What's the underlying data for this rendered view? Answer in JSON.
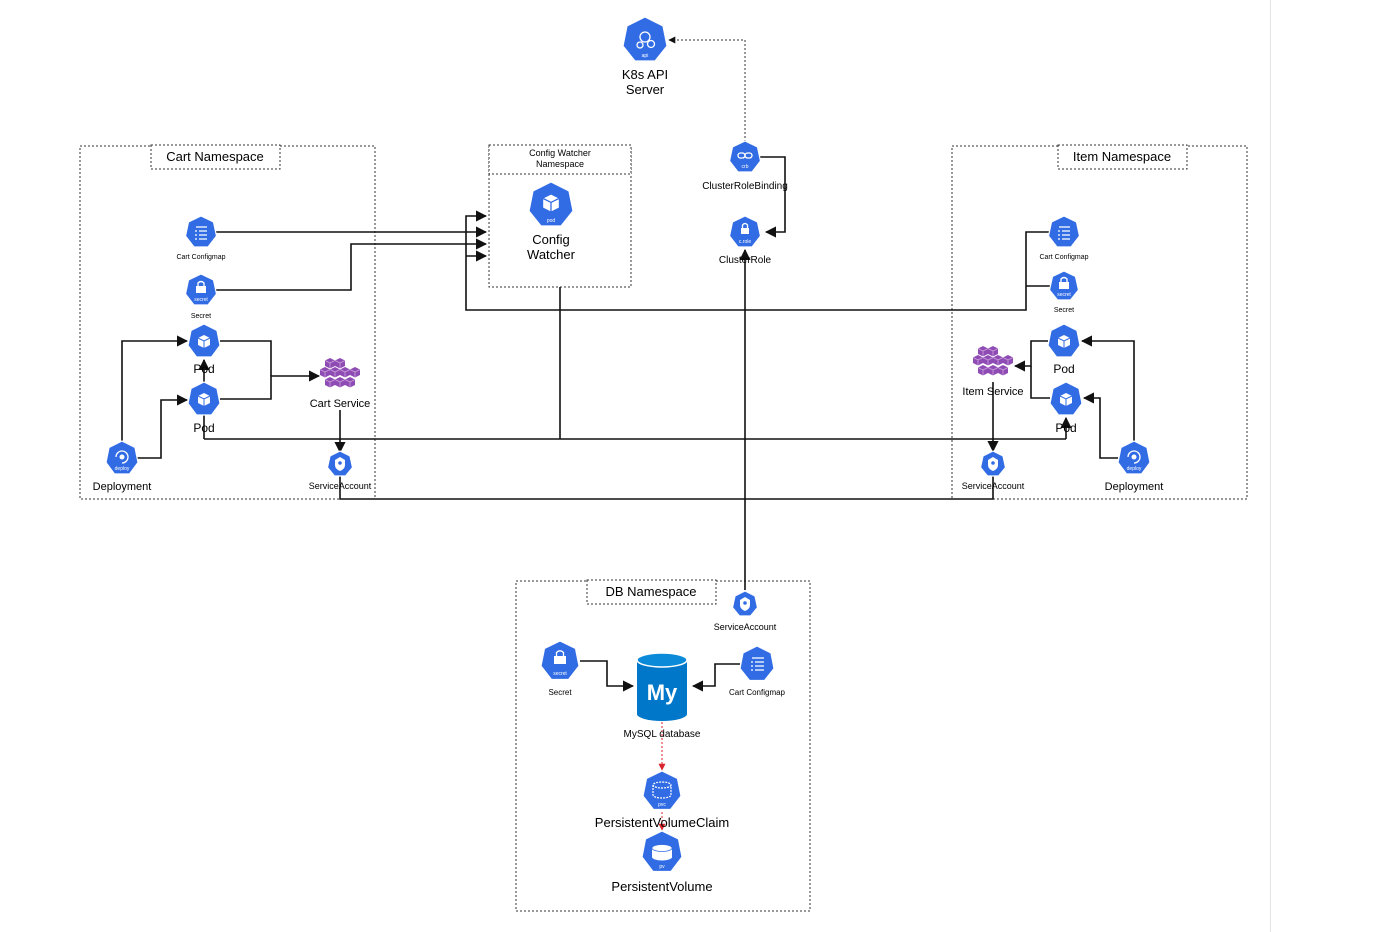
{
  "namespaces": {
    "cart": "Cart Namespace",
    "config_watcher": [
      "Config Watcher",
      "Namespace"
    ],
    "item": "Item Namespace",
    "db": "DB Namespace"
  },
  "nodes": {
    "api_server": {
      "label": [
        "K8s API",
        "Server"
      ],
      "icon": "api-icon",
      "tag": "api"
    },
    "config_watcher_pod": {
      "label": [
        "Config",
        "Watcher"
      ],
      "icon": "pod-icon",
      "tag": "pod"
    },
    "cluster_role_binding": {
      "label": "ClusterRoleBinding",
      "icon": "link-icon",
      "tag": "crb"
    },
    "cluster_role": {
      "label": "ClusterRole",
      "icon": "lock-icon",
      "tag": "c.role"
    },
    "cart_configmap": {
      "label": "Cart Configmap",
      "icon": "configmap-icon"
    },
    "cart_secret": {
      "label": "Secret",
      "icon": "secret-icon",
      "tag": "secret"
    },
    "cart_pod_1": {
      "label": "Pod",
      "icon": "pod-icon"
    },
    "cart_pod_2": {
      "label": "Pod",
      "icon": "pod-icon"
    },
    "cart_service": {
      "label": "Cart Service",
      "icon": "service-cubes-icon"
    },
    "cart_deployment": {
      "label": "Deployment",
      "icon": "deploy-icon",
      "tag": "deploy"
    },
    "cart_service_account": {
      "label": "ServiceAccount",
      "icon": "service-account-icon",
      "tag": "sa"
    },
    "item_configmap": {
      "label": "Cart Configmap",
      "icon": "configmap-icon"
    },
    "item_secret": {
      "label": "Secret",
      "icon": "secret-icon",
      "tag": "secret"
    },
    "item_pod_1": {
      "label": "Pod",
      "icon": "pod-icon"
    },
    "item_pod_2": {
      "label": "Pod",
      "icon": "pod-icon"
    },
    "item_service": {
      "label": "Item Service",
      "icon": "service-cubes-icon"
    },
    "item_deployment": {
      "label": "Deployment",
      "icon": "deploy-icon",
      "tag": "deploy"
    },
    "item_service_account": {
      "label": "ServiceAccount",
      "icon": "service-account-icon",
      "tag": "sa"
    },
    "db_service_account": {
      "label": "ServiceAccount",
      "icon": "service-account-icon",
      "tag": "sa"
    },
    "db_secret": {
      "label": "Secret",
      "icon": "secret-icon",
      "tag": "secret"
    },
    "db_configmap": {
      "label": "Cart Configmap",
      "icon": "configmap-icon"
    },
    "mysql": {
      "label": "MySQL database",
      "icon": "mysql-icon",
      "tag": "My"
    },
    "pvc": {
      "label": "PersistentVolumeClaim",
      "icon": "pvc-icon",
      "tag": "pvc"
    },
    "pv": {
      "label": "PersistentVolume",
      "icon": "pv-icon",
      "tag": "pv"
    }
  },
  "colors": {
    "k8s_blue": "#326ce5",
    "service_purple": "#8e4bb3",
    "mysql_blue": "#0077c8",
    "pv_arrow": "#d9262e"
  }
}
